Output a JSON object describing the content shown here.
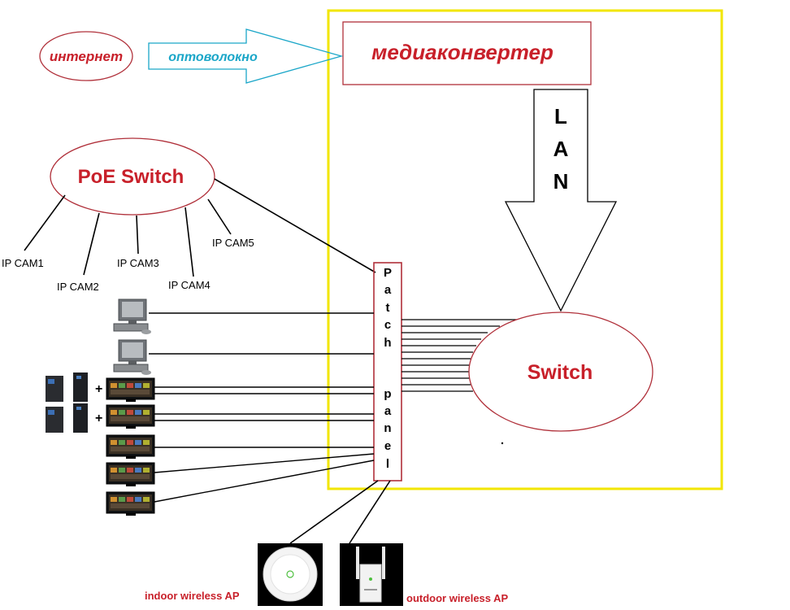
{
  "nodes": {
    "internet": "интернет",
    "fiber": "оптоволокно",
    "media_converter": "медиаконвертер",
    "lan": [
      "L",
      "A",
      "N"
    ],
    "poe_switch": "PoE Switch",
    "switch": "Switch",
    "patch": [
      "P",
      "a",
      "t",
      "c",
      "h"
    ],
    "panel": [
      "p",
      "a",
      "n",
      "e",
      "l"
    ],
    "plus": "+"
  },
  "cameras": [
    "IP CAM1",
    "IP CAM2",
    "IP CAM3",
    "IP CAM4",
    "IP CAM5"
  ],
  "access_points": {
    "indoor": "indoor wireless AP",
    "outdoor": "outdoor wireless AP"
  },
  "colors": {
    "red": "#c8202a",
    "cyan": "#1aa6c8",
    "yellow": "#f2e600",
    "outline_red": "#b0303a"
  }
}
